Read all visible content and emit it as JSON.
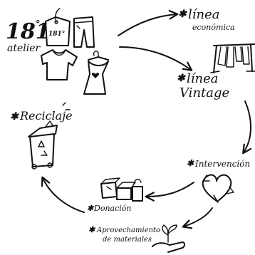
{
  "brand": {
    "number": "181",
    "degree": "°",
    "name": "atelier",
    "tag_label": "181°"
  },
  "nodes": {
    "linea_economica": {
      "star": "✱",
      "title": "línea",
      "subtitle": "económica"
    },
    "linea_vintage": {
      "star": "✱",
      "title": "línea",
      "subtitle": "Vintage"
    },
    "intervencion": {
      "star": "✱",
      "label": "Intervención"
    },
    "aprovechamiento": {
      "star": "✱",
      "line1": "Aprovechamiento",
      "line2": "de materiales"
    },
    "donacion": {
      "star": "✱",
      "label": "Donación"
    },
    "reciclaje": {
      "star": "✱",
      "label": "Reciclaje"
    }
  },
  "icons": [
    "price-tag-icon",
    "jeans-icon",
    "t-shirt-icon",
    "tank-top-icon",
    "clothes-rack-icon",
    "recycle-heart-icon",
    "donation-boxes-icon",
    "plant-hand-icon",
    "recycling-bin-icon"
  ]
}
